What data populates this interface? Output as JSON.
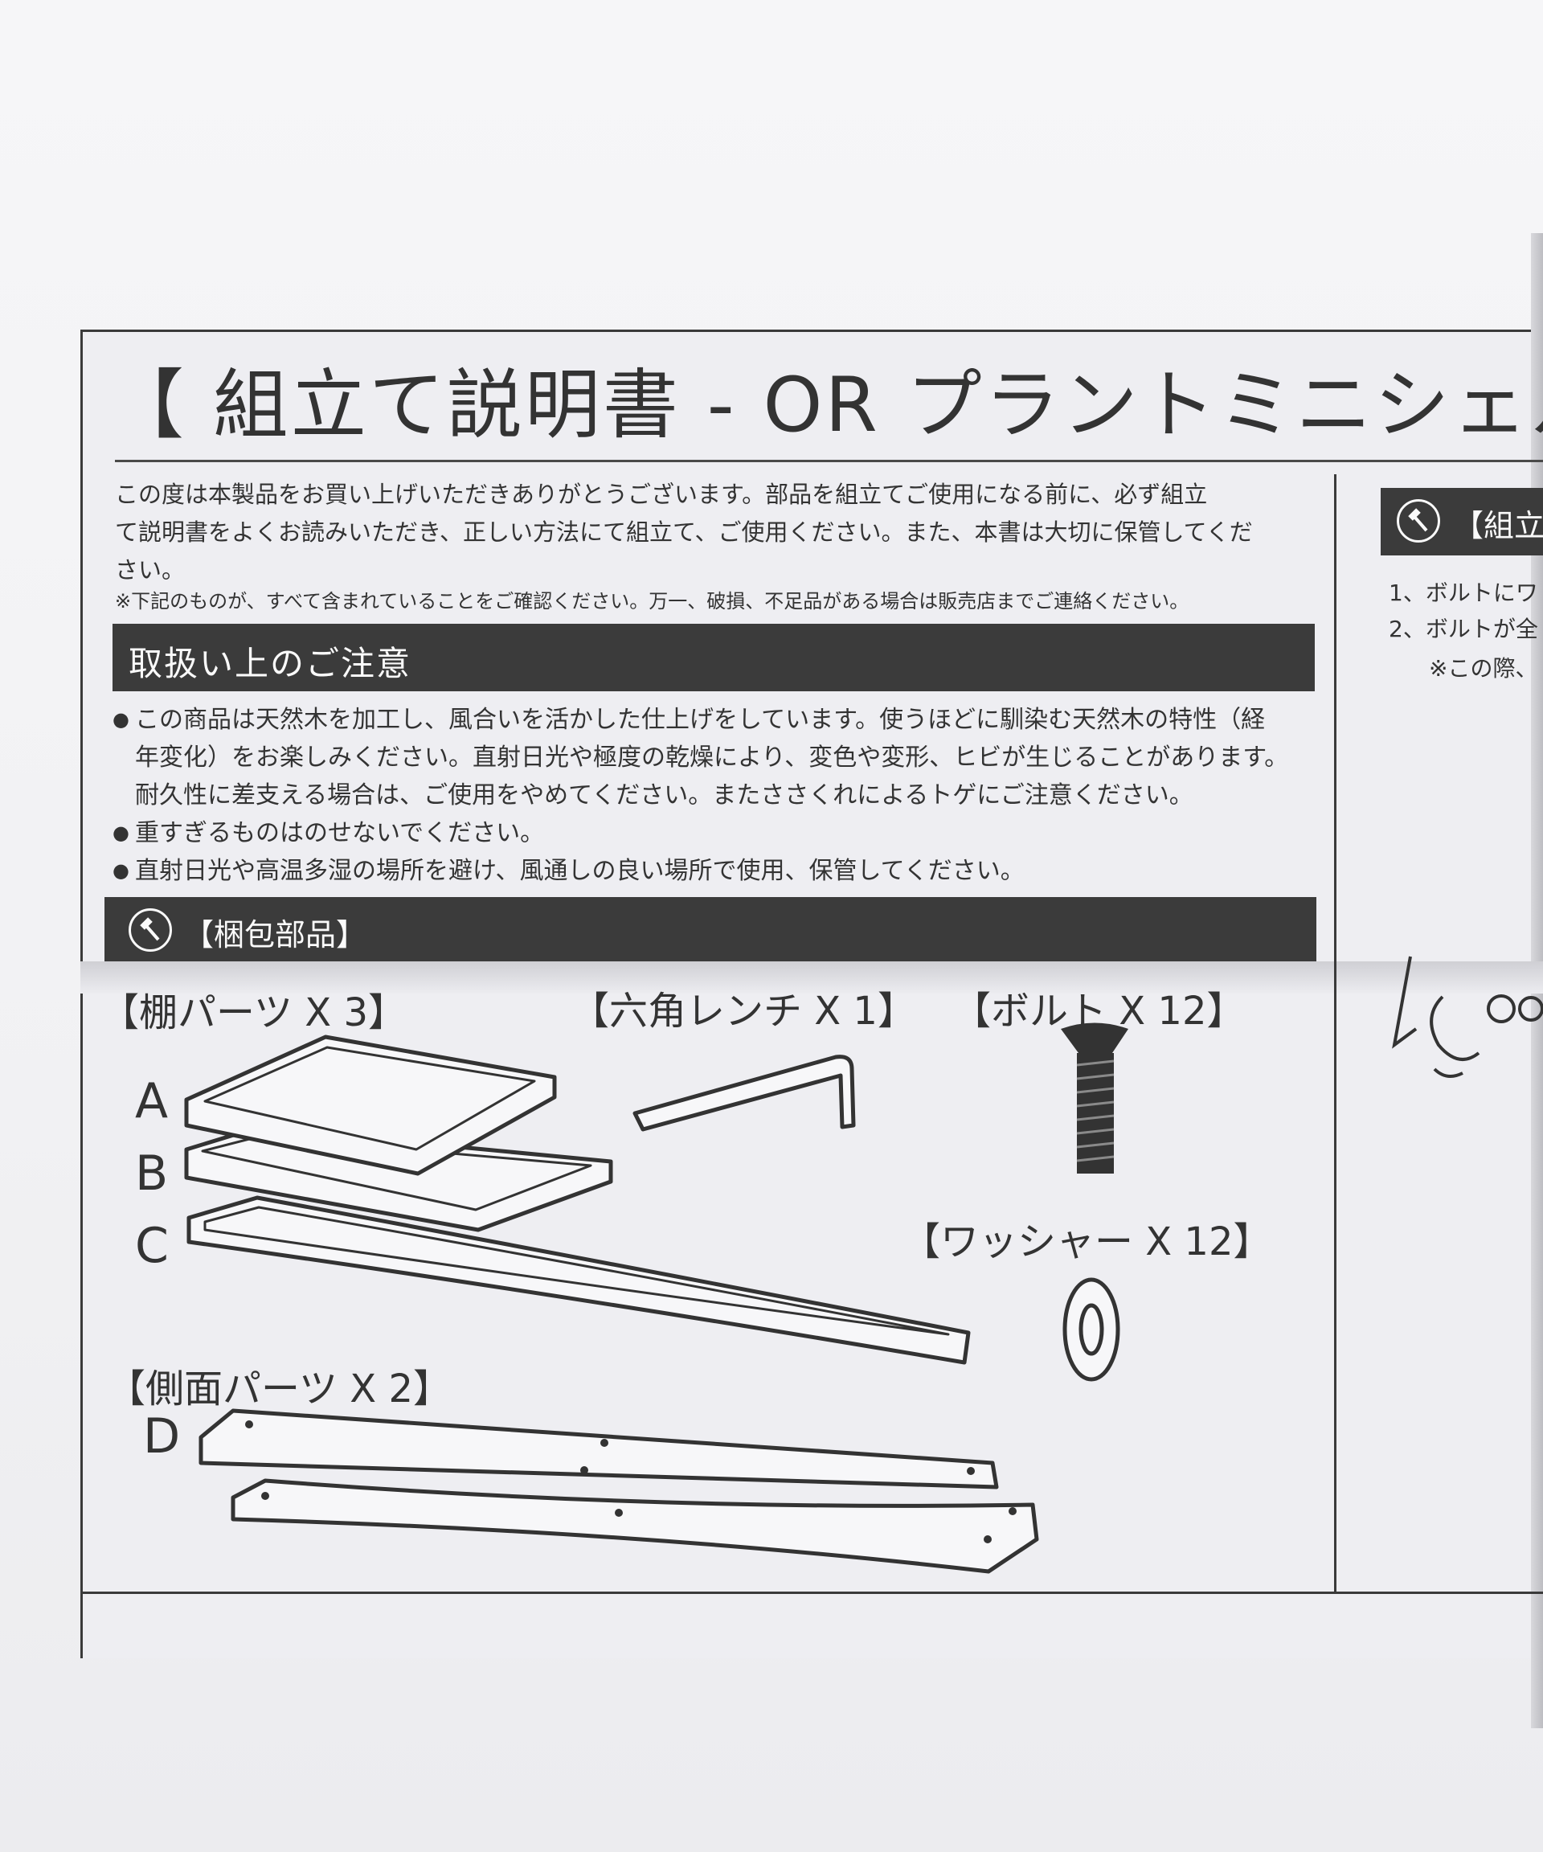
{
  "document": {
    "title": "【 組立て説明書 - OR プラントミニシェルフ 】",
    "intro": "この度は本製品をお買い上げいただきありがとうございます。部品を組立てご使用になる前に、必ず組立\nて説明書をよくお読みいただき、正しい方法にて組立て、ご使用ください。また、本書は大切に保管してくだ\nさい。",
    "intro_note": "※下記のものが、すべて含まれていることをご確認ください。万一、破損、不足品がある場合は販売店までご連絡ください。"
  },
  "caution": {
    "heading": "取扱い上のご注意",
    "items": [
      "この商品は天然木を加工し、風合いを活かした仕上げをしています。使うほどに馴染む天然木の特性（経\n年変化）をお楽しみください。直射日光や極度の乾燥により、変色や変形、ヒビが生じることがあります。\n耐久性に差支える場合は、ご使用をやめてください。またささくれによるトゲにご注意ください。",
      "重すぎるものはのせないでください。",
      "直射日光や高温多湿の場所を避け、風通しの良い場所で使用、保管してください。"
    ]
  },
  "parts": {
    "heading": "【梱包部品】",
    "shelf_label": "【棚パーツ X 3】",
    "hex_label": "【六角レンチ X 1】",
    "bolt_label": "【ボルト X 12】",
    "washer_label": "【ワッシャー X 12】",
    "side_label": "【側面パーツ X 2】",
    "letters": [
      "A",
      "B",
      "C",
      "D"
    ]
  },
  "assembly": {
    "heading": "【組立",
    "steps": [
      "1、ボルトにワ",
      "2、ボルトが全",
      "※この際、"
    ]
  },
  "colors": {
    "ink": "#333333",
    "band": "#3b3b3b",
    "paper": "#eeeef2"
  }
}
